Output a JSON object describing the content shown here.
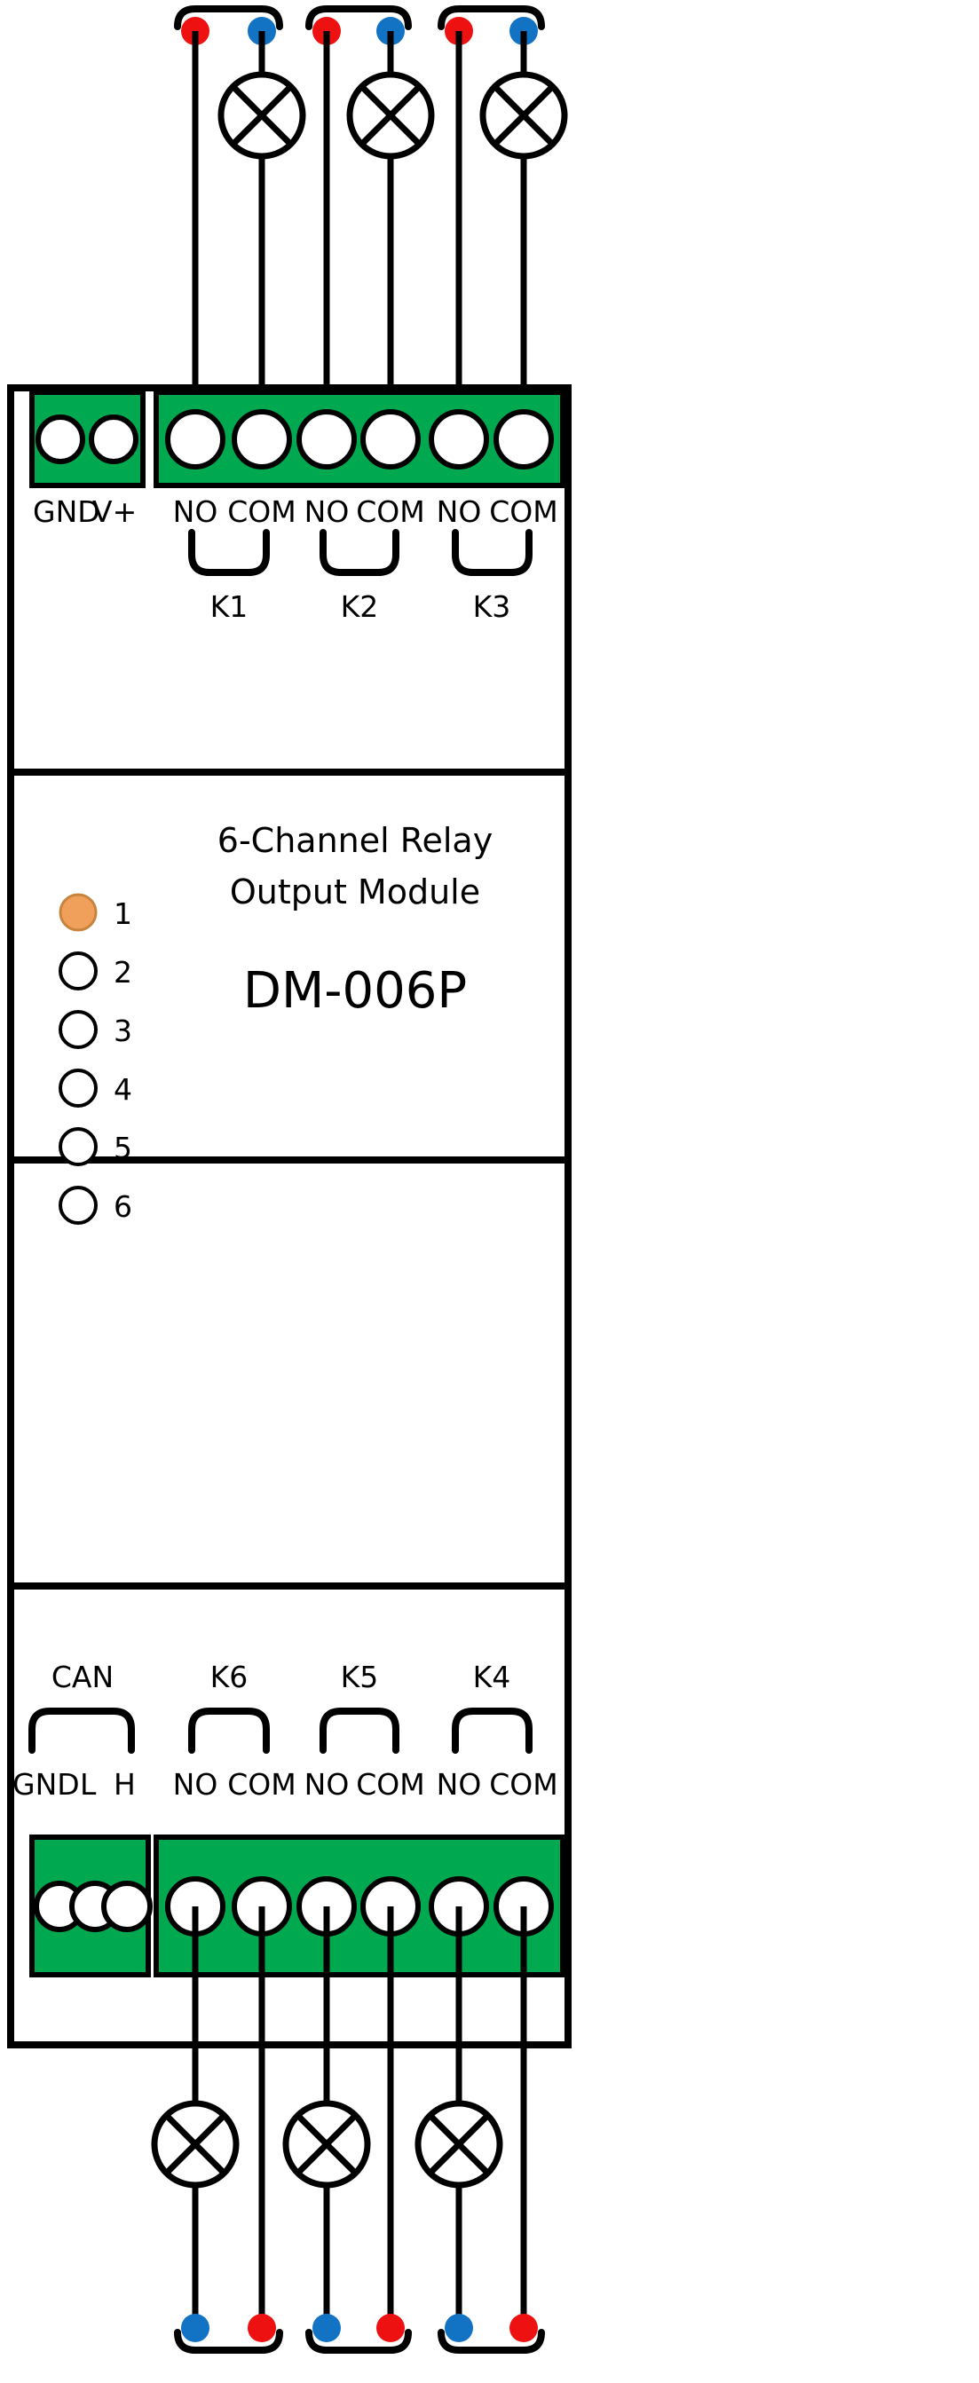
{
  "diagram": {
    "title_line1": "6-Channel Relay",
    "title_line2": "Output Module",
    "model": "DM-006P",
    "colors": {
      "pcb_green": "#00A94F",
      "wire_black": "#000000",
      "dot_red": "#EE1111",
      "dot_blue": "#1272C4",
      "led_on": "#F0A05A",
      "led_off": "#FFFFFF",
      "vplus_red": "#FF0000"
    }
  },
  "power_terminal": {
    "labels": [
      "GND",
      "V+"
    ],
    "gnd_label": "GND",
    "vplus_label": "V+",
    "pin_count": 2
  },
  "can_terminal": {
    "group_label": "CAN",
    "labels": [
      "GND",
      "L",
      "H"
    ],
    "pin_count": 3
  },
  "top_relays": [
    {
      "name": "K1",
      "terminals": [
        "NO",
        "COM"
      ],
      "lamp_dots": [
        "red",
        "blue"
      ]
    },
    {
      "name": "K2",
      "terminals": [
        "NO",
        "COM"
      ],
      "lamp_dots": [
        "red",
        "blue"
      ]
    },
    {
      "name": "K3",
      "terminals": [
        "NO",
        "COM"
      ],
      "lamp_dots": [
        "red",
        "blue"
      ]
    }
  ],
  "bottom_relays": [
    {
      "name": "K6",
      "terminals": [
        "NO",
        "COM"
      ],
      "lamp_dots": [
        "blue",
        "red"
      ]
    },
    {
      "name": "K5",
      "terminals": [
        "NO",
        "COM"
      ],
      "lamp_dots": [
        "blue",
        "red"
      ]
    },
    {
      "name": "K4",
      "terminals": [
        "NO",
        "COM"
      ],
      "lamp_dots": [
        "blue",
        "red"
      ]
    }
  ],
  "leds": [
    {
      "number": "1",
      "state": "on"
    },
    {
      "number": "2",
      "state": "off"
    },
    {
      "number": "3",
      "state": "off"
    },
    {
      "number": "4",
      "state": "off"
    },
    {
      "number": "5",
      "state": "off"
    },
    {
      "number": "6",
      "state": "off"
    }
  ],
  "terminal_labels": {
    "no": "NO",
    "com": "COM"
  }
}
